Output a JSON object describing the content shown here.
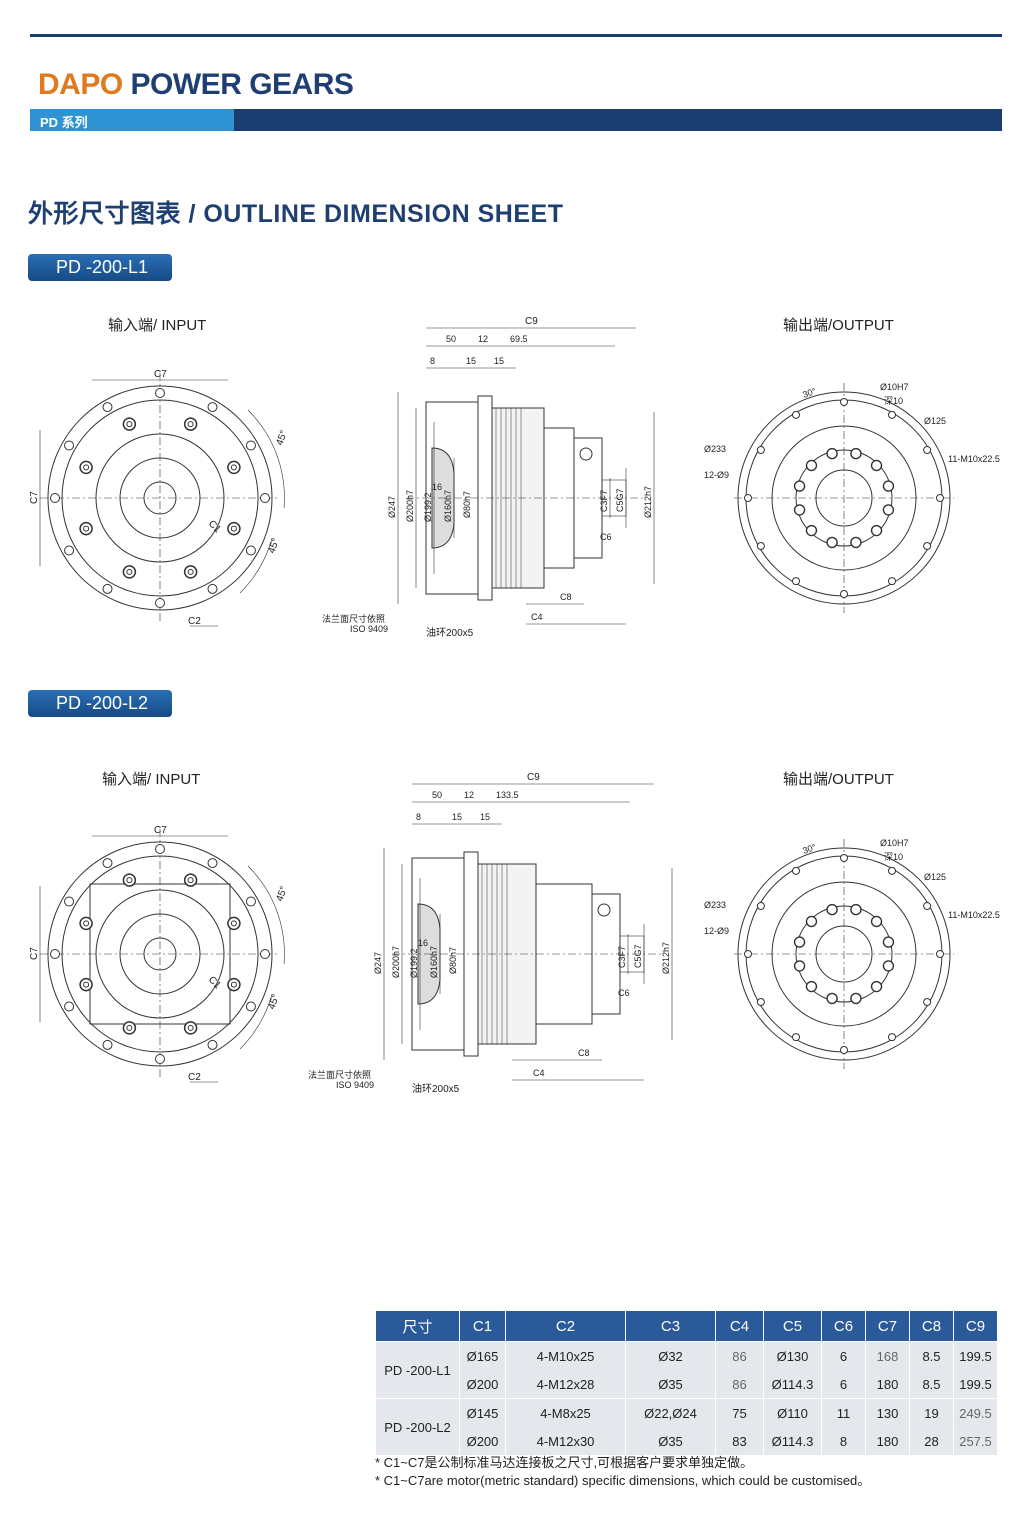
{
  "brand": {
    "part1": "DAPO",
    "part2": " POWER GEARS"
  },
  "series_label": "PD 系列",
  "section_title": "外形尺寸图表 / OUTLINE DIMENSION SHEET",
  "drawings": [
    {
      "model": "PD -200-L1",
      "input_label": "输入端/ INPUT",
      "output_label": "输出端/OUTPUT",
      "side_dims": {
        "c9": "C9",
        "d50": "50",
        "d12": "12",
        "d69": "69.5",
        "d8": "8",
        "d15a": "15",
        "d15b": "15",
        "d16": "16",
        "dia247": "Ø247",
        "dia200": "Ø200h7",
        "dia199": "Ø199.2",
        "dia160": "Ø160h7",
        "dia80": "Ø80h7",
        "c3": "C3F7",
        "c5": "C5G7",
        "dia212": "Ø212h7",
        "c6": "C6",
        "c8": "C8",
        "c4": "C4",
        "flange_note": "法兰面尺寸依照",
        "iso": "ISO 9409",
        "oring": "油环200x5"
      },
      "input_dims": {
        "c7top": "C7",
        "c7left": "C7",
        "c1": "C1",
        "c2": "C2",
        "a45a": "45°",
        "a45b": "45°"
      },
      "output_dims": {
        "a30": "30°",
        "d10": "Ø10H7",
        "depth": "深10",
        "d125": "Ø125",
        "d233": "Ø233",
        "h12": "12-Ø9",
        "m10": "11-M10x22.5"
      }
    },
    {
      "model": "PD -200-L2",
      "input_label": "输入端/ INPUT",
      "output_label": "输出端/OUTPUT",
      "side_dims": {
        "c9": "C9",
        "d50": "50",
        "d12": "12",
        "d69": "133.5",
        "d8": "8",
        "d15a": "15",
        "d15b": "15",
        "d16": "16",
        "dia247": "Ø247",
        "dia200": "Ø200h7",
        "dia199": "Ø199.2",
        "dia160": "Ø160h7",
        "dia80": "Ø80h7",
        "c3": "C3F7",
        "c5": "C5G7",
        "dia212": "Ø212h7",
        "c6": "C6",
        "c8": "C8",
        "c4": "C4",
        "flange_note": "法兰面尺寸依照",
        "iso": "ISO 9409",
        "oring": "油环200x5"
      },
      "input_dims": {
        "c7top": "C7",
        "c7left": "C7",
        "c1": "C1",
        "c2": "C2",
        "a45a": "45°",
        "a45b": "45°"
      },
      "output_dims": {
        "a30": "30°",
        "d10": "Ø10H7",
        "depth": "深10",
        "d125": "Ø125",
        "d233": "Ø233",
        "h12": "12-Ø9",
        "m10": "11-M10x22.5"
      }
    }
  ],
  "table": {
    "headers": [
      "尺寸",
      "C1",
      "C2",
      "C3",
      "C4",
      "C5",
      "C6",
      "C7",
      "C8",
      "C9"
    ],
    "groups": [
      {
        "model": "PD -200-L1",
        "rows": [
          [
            "Ø165",
            "4-M10x25",
            "Ø32",
            "86",
            "Ø130",
            "6",
            "168",
            "8.5",
            "199.5"
          ],
          [
            "Ø200",
            "4-M12x28",
            "Ø35",
            "86",
            "Ø114.3",
            "6",
            "180",
            "8.5",
            "199.5"
          ]
        ]
      },
      {
        "model": "PD -200-L2",
        "rows": [
          [
            "Ø145",
            "4-M8x25",
            "Ø22,Ø24",
            "75",
            "Ø110",
            "11",
            "130",
            "19",
            "249.5"
          ],
          [
            "Ø200",
            "4-M12x30",
            "Ø35",
            "83",
            "Ø114.3",
            "8",
            "180",
            "28",
            "257.5"
          ]
        ]
      }
    ]
  },
  "notes": [
    "* C1~C7是公制标准马达连接板之尺寸,可根据客户要求单独定做。",
    "* C1~C7are motor(metric standard)  specific dimensions, which could be customised。"
  ]
}
